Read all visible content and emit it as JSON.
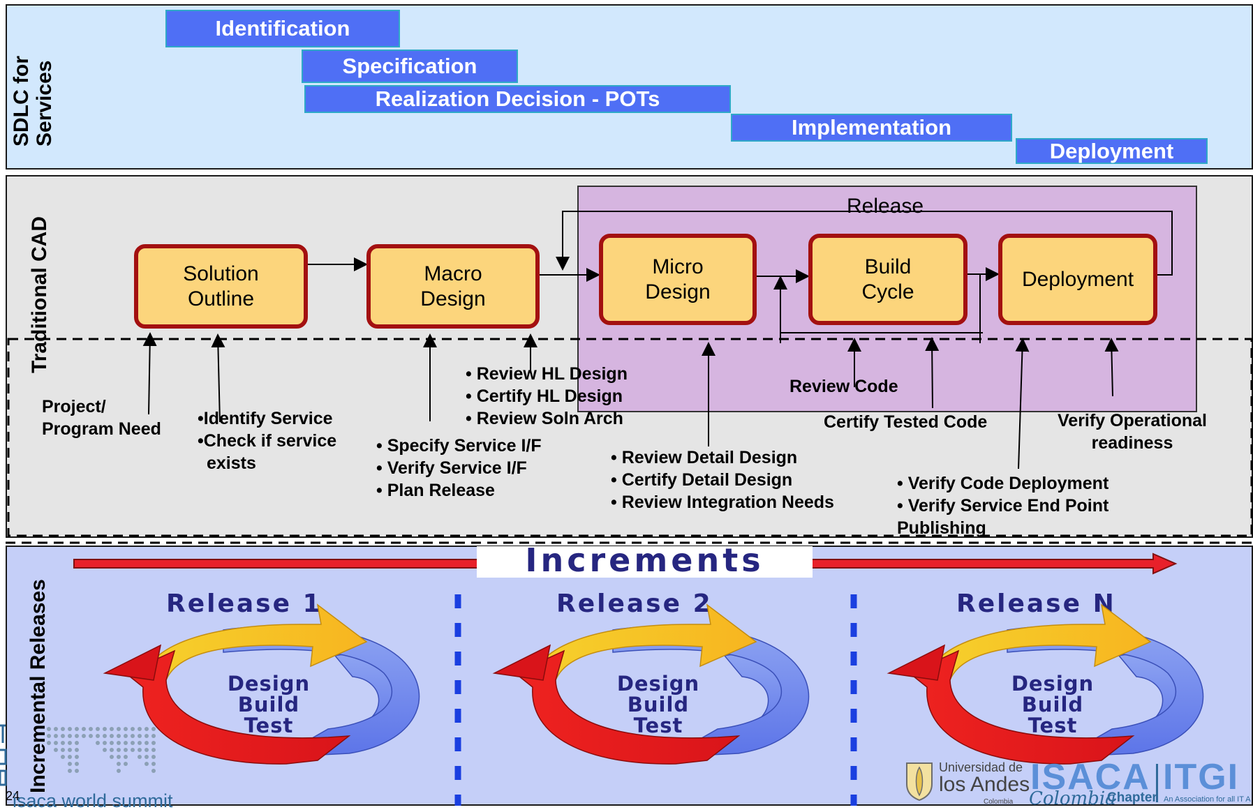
{
  "top": {
    "side_label_1": "SDLC for",
    "side_label_2": "Services",
    "phases": [
      "Identification",
      "Specification",
      "Realization Decision - POTs",
      "Implementation",
      "Deployment"
    ]
  },
  "middle": {
    "side_label": "Traditional CAD",
    "release_label": "Release",
    "boxes": [
      {
        "line1": "Solution",
        "line2": "Outline"
      },
      {
        "line1": "Macro",
        "line2": "Design"
      },
      {
        "line1": "Micro",
        "line2": "Design"
      },
      {
        "line1": "Build",
        "line2": "Cycle"
      },
      {
        "line1": "Deployment",
        "line2": ""
      }
    ],
    "notes": {
      "project_1": "Project/",
      "project_2": "Program Need",
      "identify_1": "•Identify Service",
      "identify_2": "•Check if service",
      "identify_3": "exists",
      "review_hl_1": "• Review  HL Design",
      "review_hl_2": "• Certify HL Design",
      "review_hl_3": "• Review Soln Arch",
      "specify_1": "• Specify Service I/F",
      "specify_2": "• Verify Service I/F",
      "specify_3": "• Plan Release",
      "detail_1": "• Review  Detail Design",
      "detail_2": "• Certify Detail Design",
      "detail_3": "• Review Integration Needs",
      "review_code": "Review Code",
      "certify_tested": "Certify Tested Code",
      "verify_op_1": "Verify Operational",
      "verify_op_2": "readiness",
      "verify_code_1": "• Verify Code Deployment",
      "verify_code_2": "• Verify Service End Point",
      "verify_code_3": "Publishing"
    }
  },
  "bottom": {
    "side_label": "Incremental Releases",
    "increments_label": "Increments",
    "releases": [
      "Release 1",
      "Release 2",
      "Release N"
    ],
    "cycle_words": [
      "Design",
      "Build",
      "Test"
    ]
  },
  "footer": {
    "page_number": "24",
    "summit_text": "isaca world summit",
    "uni_line1": "Universidad de",
    "uni_line2": "los Andes",
    "uni_line3": "Colombia",
    "colombia_chapter": "Colombia",
    "chapter_word": "Chapter",
    "isaca_logo": "ISACA",
    "itgi_logo": "ITGI",
    "itgi_tagline": "An Association for all IT A"
  },
  "colors": {
    "top_panel_bg": "#d2e8fd",
    "phase_fill": "#4f6ff5",
    "mid_panel_bg": "#e5e5e5",
    "release_bg": "#d6b5e0",
    "box_fill": "#fcd57c",
    "box_border": "#a31010",
    "bottom_bg": "#c5cff8",
    "arrow_red": "#e8202a",
    "release_text": "#262680"
  }
}
